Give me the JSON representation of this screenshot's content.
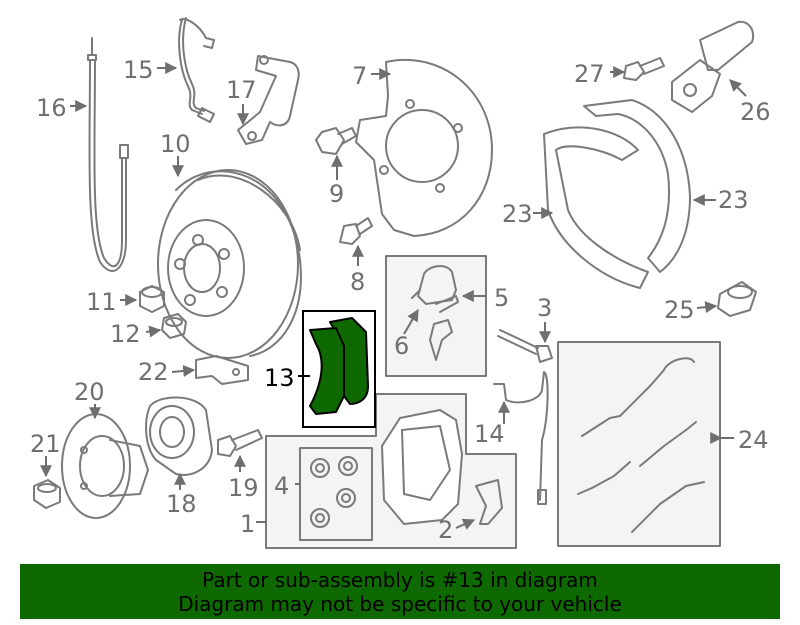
{
  "callouts": {
    "c1": "1",
    "c2": "2",
    "c3": "3",
    "c4": "4",
    "c5": "5",
    "c6": "6",
    "c7": "7",
    "c8": "8",
    "c9": "9",
    "c10": "10",
    "c11": "11",
    "c12": "12",
    "c13": "13",
    "c14": "14",
    "c15": "15",
    "c16": "16",
    "c17": "17",
    "c18": "18",
    "c19": "19",
    "c20": "20",
    "c21": "21",
    "c22": "22",
    "c23a": "23",
    "c23b": "23",
    "c24": "24",
    "c25": "25",
    "c26": "26",
    "c27": "27"
  },
  "highlight": {
    "part": "13",
    "fill_color": "#0e6a00"
  },
  "banner": {
    "line1": "Part or sub-assembly is #13 in diagram",
    "line2": "Diagram may not be specific to your vehicle",
    "background": "#0e6a00"
  }
}
